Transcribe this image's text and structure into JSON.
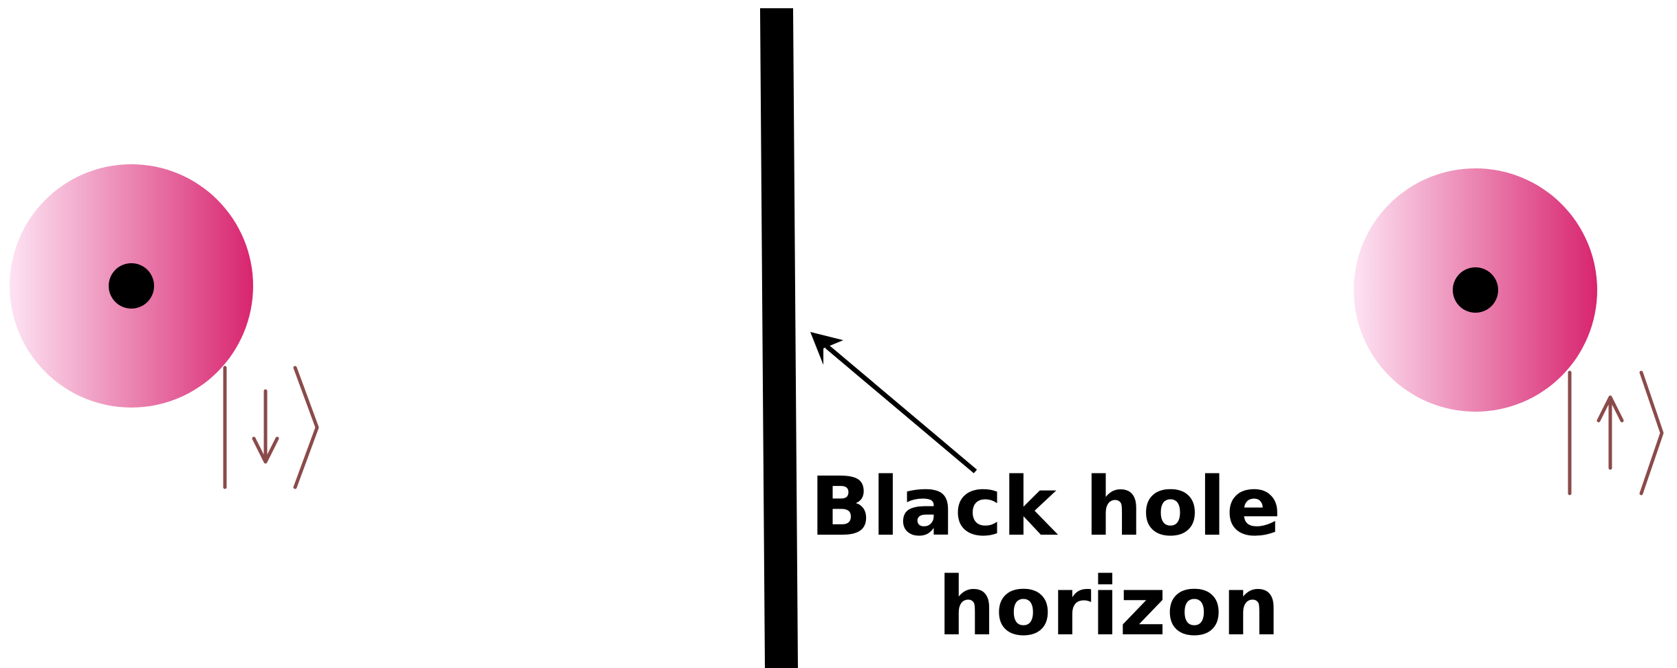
{
  "colors": {
    "particle_gradient_start": "#fde3f3",
    "particle_gradient_end": "#d8256f",
    "particle_core": "#000000",
    "spin_ket": "#8b4a4a",
    "horizon": "#000000",
    "arrow": "#000000",
    "background": "#ffffff"
  },
  "particles": [
    {
      "name": "left-particle",
      "spin_state": "down"
    },
    {
      "name": "right-particle",
      "spin_state": "up"
    }
  ],
  "label": {
    "line1": "Black hole",
    "line2": "horizon"
  },
  "icons": {
    "left_ket": "spin-down-ket-icon",
    "right_ket": "spin-up-ket-icon",
    "pointer": "pointer-arrow-icon"
  }
}
